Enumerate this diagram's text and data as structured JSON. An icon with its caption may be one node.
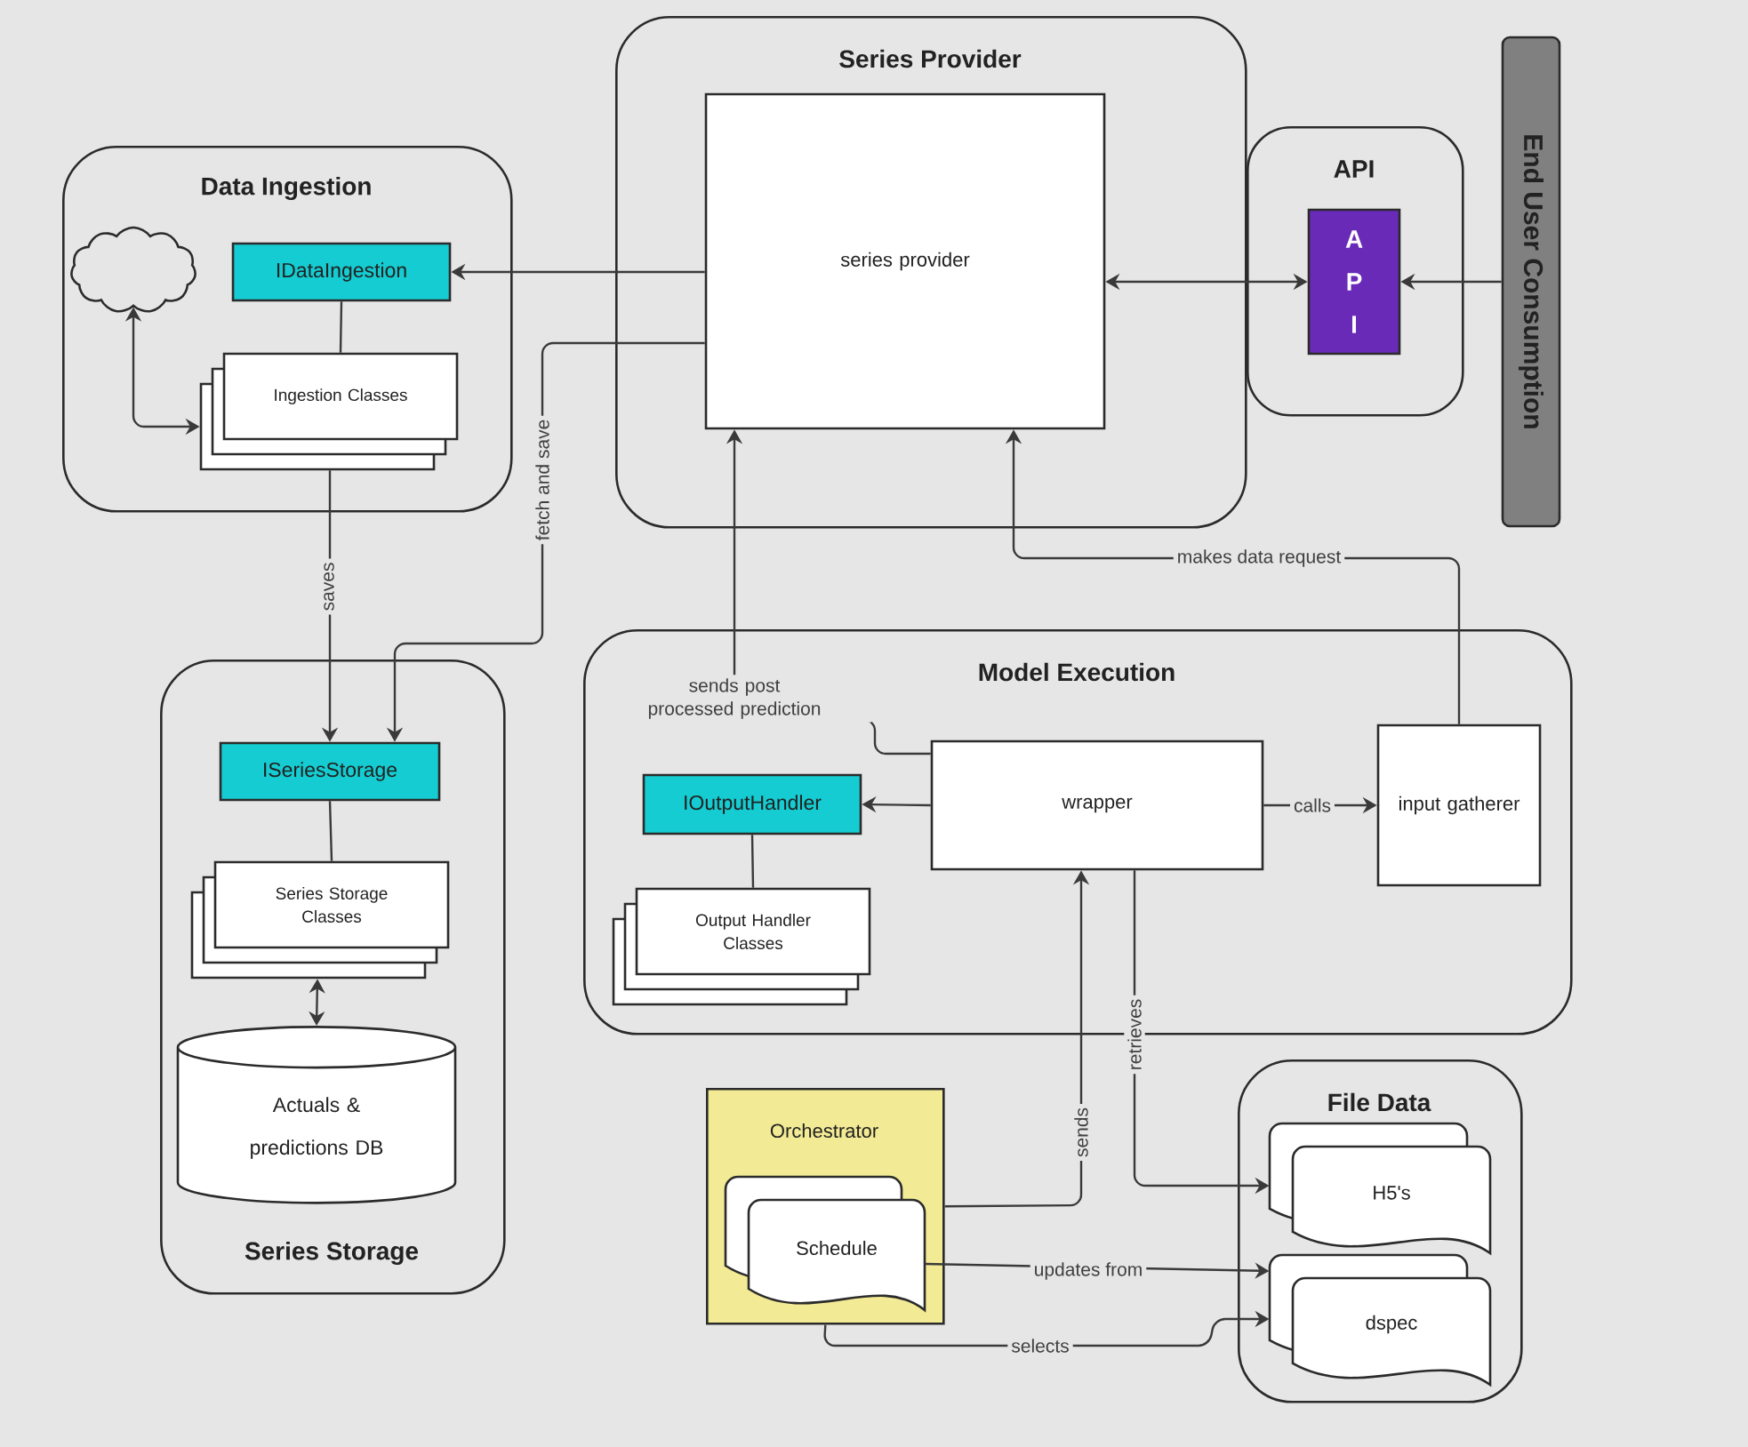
{
  "diagram": {
    "nodes": [
      {
        "text": [
          "Series Provider"
        ]
      },
      {
        "text": [
          "series provider"
        ],
        "in": 0
      },
      {
        "text": [
          "Data Ingestion"
        ]
      },
      {
        "text": [
          "IDataIngestion"
        ],
        "in": 2
      },
      {
        "text": [],
        "shape": "cloud",
        "in": 2
      },
      {
        "text": [
          "Ingestion Classes"
        ],
        "in": 2
      },
      {
        "text": [
          "API"
        ]
      },
      {
        "text": [
          "A P I"
        ],
        "in": 6
      },
      {
        "text": [
          "End User Consumption"
        ]
      },
      {
        "text": [
          "Series Storage"
        ]
      },
      {
        "text": [
          "ISeriesStorage"
        ],
        "in": 9
      },
      {
        "text": [
          "Series Storage Classes"
        ],
        "in": 9
      },
      {
        "text": [
          "Actuals & predictions DB"
        ],
        "in": 9
      },
      {
        "text": [
          "Model Execution"
        ]
      },
      {
        "text": [
          "IOutputHandler"
        ],
        "in": 13
      },
      {
        "text": [
          "Output Handler Classes"
        ],
        "in": 13
      },
      {
        "text": [
          "wrapper"
        ],
        "in": 13
      },
      {
        "text": [
          "input gatherer"
        ],
        "in": 13
      },
      {
        "text": [
          "Orchestrator"
        ]
      },
      {
        "text": [
          "Schedule"
        ],
        "in": 18
      },
      {
        "text": [
          "File Data"
        ]
      },
      {
        "text": [
          "H5's"
        ],
        "in": 20
      },
      {
        "text": [
          "dspec"
        ],
        "in": 20
      }
    ],
    "edges": [
      {
        "from": 1,
        "to": 3,
        "arrow": "to"
      },
      {
        "from": 1,
        "to": 10,
        "arrow": "to",
        "label": "fetch and save"
      },
      {
        "from": 4,
        "to": 5,
        "arrow": "both"
      },
      {
        "from": 3,
        "to": 5,
        "arrow": "none"
      },
      {
        "from": 5,
        "to": 10,
        "arrow": "to",
        "label": "saves"
      },
      {
        "from": 1,
        "to": 7,
        "arrow": "both"
      },
      {
        "from": 8,
        "to": 7,
        "arrow": "to"
      },
      {
        "from": 16,
        "to": 1,
        "arrow": "to",
        "label": "sends post processed prediction"
      },
      {
        "from": 17,
        "to": 1,
        "arrow": "to",
        "label": "makes data request"
      },
      {
        "from": 16,
        "to": 14,
        "arrow": "to"
      },
      {
        "from": 16,
        "to": 17,
        "arrow": "to",
        "label": "calls"
      },
      {
        "from": 14,
        "to": 15,
        "arrow": "none"
      },
      {
        "from": 10,
        "to": 11,
        "arrow": "none"
      },
      {
        "from": 11,
        "to": 12,
        "arrow": "both"
      },
      {
        "from": 18,
        "to": 16,
        "arrow": "to",
        "label": "sends"
      },
      {
        "from": 16,
        "to": 21,
        "arrow": "to",
        "label": "retrieves"
      },
      {
        "from": 19,
        "to": 22,
        "arrow": "to",
        "label": "updates from"
      },
      {
        "from": 18,
        "to": 22,
        "arrow": "to",
        "label": "selects"
      }
    ]
  }
}
